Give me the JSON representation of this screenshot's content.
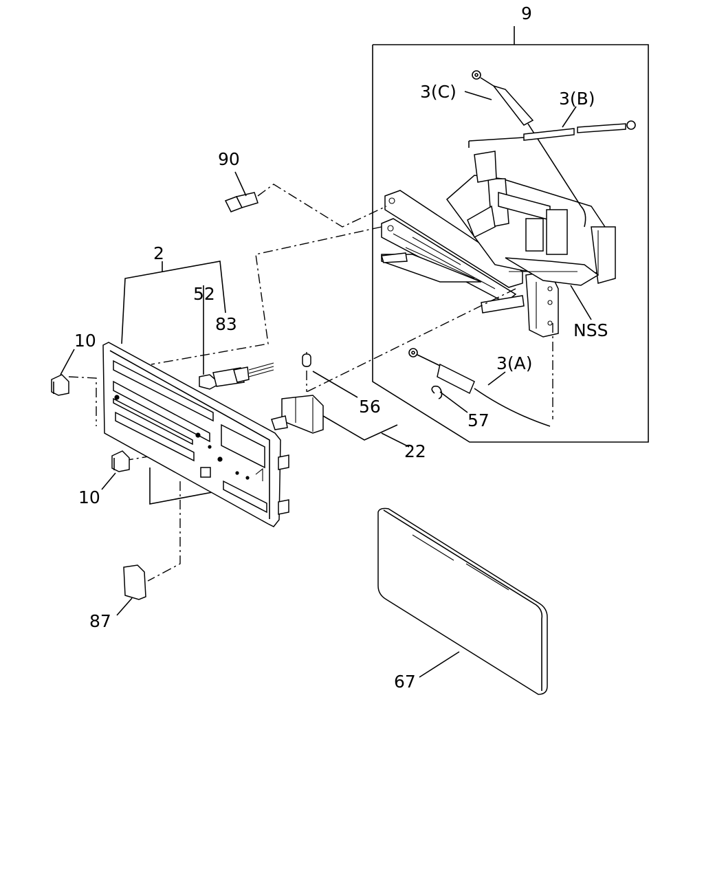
{
  "diagram": {
    "labels": [
      {
        "id": "9",
        "text": "9"
      },
      {
        "id": "3c",
        "text": "3(C)"
      },
      {
        "id": "3b",
        "text": "3(B)"
      },
      {
        "id": "90",
        "text": "90"
      },
      {
        "id": "2",
        "text": "2"
      },
      {
        "id": "52",
        "text": "52"
      },
      {
        "id": "83",
        "text": "83"
      },
      {
        "id": "nss",
        "text": "NSS"
      },
      {
        "id": "10a",
        "text": "10"
      },
      {
        "id": "3a",
        "text": "3(A)"
      },
      {
        "id": "56",
        "text": "56"
      },
      {
        "id": "57",
        "text": "57"
      },
      {
        "id": "22",
        "text": "22"
      },
      {
        "id": "10b",
        "text": "10"
      },
      {
        "id": "87",
        "text": "87"
      },
      {
        "id": "67",
        "text": "67"
      }
    ]
  }
}
